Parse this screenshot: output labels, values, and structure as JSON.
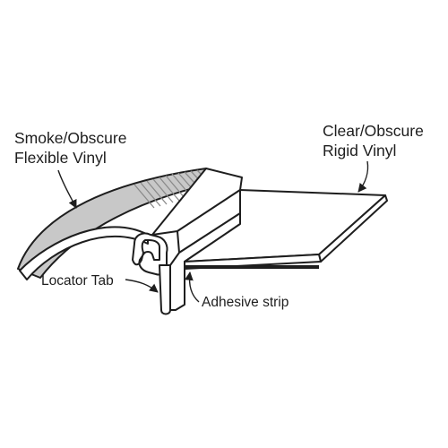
{
  "labels": {
    "smoke_line1": "Smoke/Obscure",
    "smoke_line2": "Flexible Vinyl",
    "clear_line1": "Clear/Obscure",
    "clear_line2": "Rigid Vinyl",
    "locator_tab": "Locator Tab",
    "adhesive_strip": "Adhesive strip"
  },
  "colors": {
    "line": "#1e1e1e",
    "flexible_fill": "#c8c8c8",
    "flexible_ribs": "#8a8a8a",
    "background": "#ffffff"
  }
}
